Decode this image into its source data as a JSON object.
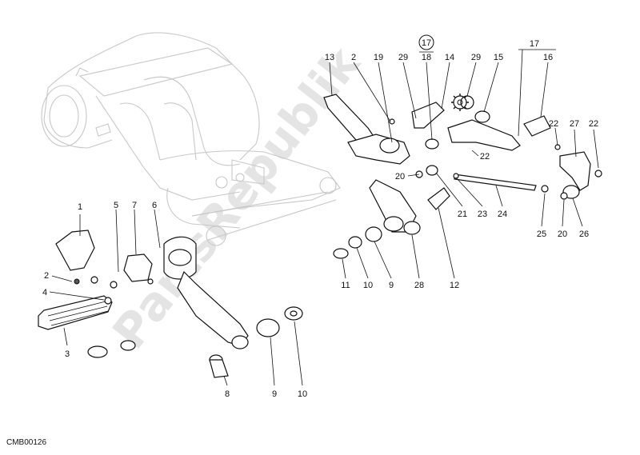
{
  "diagram": {
    "drawing_code": "CMB00126",
    "watermark": "PartsRepublik",
    "callouts": {
      "c1": "1",
      "c2a": "2",
      "c3": "3",
      "c4": "4",
      "c5": "5",
      "c6": "6",
      "c7": "7",
      "c8": "8",
      "c9a": "9",
      "c10a": "10",
      "c9b": "9",
      "c10b": "10",
      "c11": "11",
      "c12": "12",
      "c13": "13",
      "c2b": "2",
      "c19": "19",
      "c29a": "29",
      "c17a": "17",
      "c18": "18",
      "c14": "14",
      "c29b": "29",
      "c15": "15",
      "c17b": "17",
      "c16": "16",
      "c22a": "22",
      "c27": "27",
      "c22b": "22",
      "c22c": "22",
      "c20a": "20",
      "c21": "21",
      "c23": "23",
      "c24": "24",
      "c28": "28",
      "c25": "25",
      "c20b": "20",
      "c26": "26"
    }
  }
}
